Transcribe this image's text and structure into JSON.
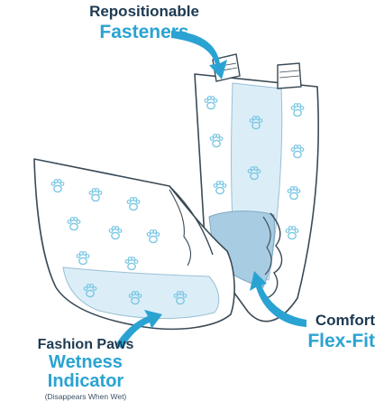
{
  "labels": {
    "fasteners": {
      "line1": "Repositionable",
      "line2": "Fasteners"
    },
    "comfort": {
      "line1": "Comfort",
      "line2": "Flex-Fit"
    },
    "wetness": {
      "line1": "Fashion Paws",
      "line2": "Wetness",
      "line3": "Indicator",
      "note": "(Disappears When Wet)"
    }
  },
  "colors": {
    "accent": "#2aa3d2",
    "dark_text": "#1e3a52",
    "outline": "#3a4a56",
    "pad_blue": "#c9e4f2",
    "pad_blue_dark": "#a8cde2",
    "paw": "#7cc7e3"
  },
  "icons": [
    "paw-print-icon",
    "callout-arrow-icon"
  ]
}
